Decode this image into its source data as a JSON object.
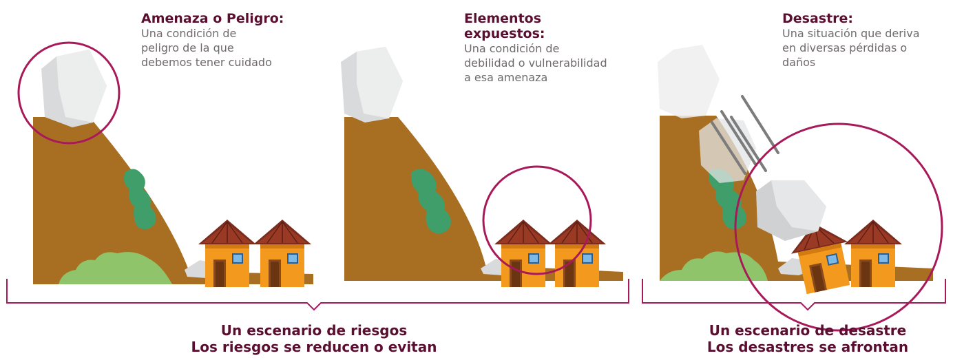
{
  "panels": [
    {
      "title": "Amenaza o Peligro:",
      "description": [
        "Una condición de",
        "peligro de la que",
        "debemos tener cuidado"
      ]
    },
    {
      "title": [
        "Elementos",
        "expuestos:"
      ],
      "description": [
        "Una condición de",
        "debilidad o vulnerabilidad",
        "a esa amenaza"
      ]
    },
    {
      "title": "Desastre:",
      "description": [
        "Una situación que deriva",
        "en diversas pérdidas o",
        "daños"
      ]
    }
  ],
  "captions": {
    "risk": [
      "Un escenario de riesgos",
      "Los riesgos se reducen o evitan"
    ],
    "disaster": [
      "Un escenario de desastre",
      "Los desastres se afrontan"
    ]
  },
  "colors": {
    "highlight_circle": "#a8195a",
    "bracket": "#a8195a",
    "title": "#5a0f31",
    "hill": "#a86f22",
    "bush": "#8fc46a",
    "tree": "#3f9e6a",
    "rock": "#d9dadb",
    "house_wall": "#f39a1e",
    "house_roof": "#7a2c1e"
  }
}
